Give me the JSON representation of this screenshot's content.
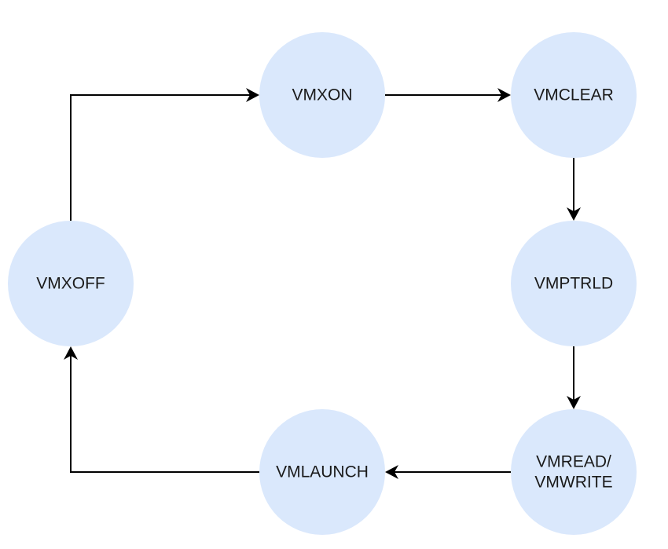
{
  "diagram": {
    "type": "flowchart-cycle",
    "node_fill": "#dae8fc",
    "edge_color": "#000000",
    "nodes": [
      {
        "id": "vmxon",
        "label": "VMXON"
      },
      {
        "id": "vmclear",
        "label": "VMCLEAR"
      },
      {
        "id": "vmptrld",
        "label": "VMPTRLD"
      },
      {
        "id": "vmread_vmwrite",
        "label_line1": "VMREAD/",
        "label_line2": "VMWRITE"
      },
      {
        "id": "vmlaunch",
        "label": "VMLAUNCH"
      },
      {
        "id": "vmxoff",
        "label": "VMXOFF"
      }
    ],
    "edges": [
      {
        "from": "vmxon",
        "to": "vmclear"
      },
      {
        "from": "vmclear",
        "to": "vmptrld"
      },
      {
        "from": "vmptrld",
        "to": "vmread_vmwrite"
      },
      {
        "from": "vmread_vmwrite",
        "to": "vmlaunch"
      },
      {
        "from": "vmlaunch",
        "to": "vmxoff"
      },
      {
        "from": "vmxoff",
        "to": "vmxon"
      }
    ]
  }
}
